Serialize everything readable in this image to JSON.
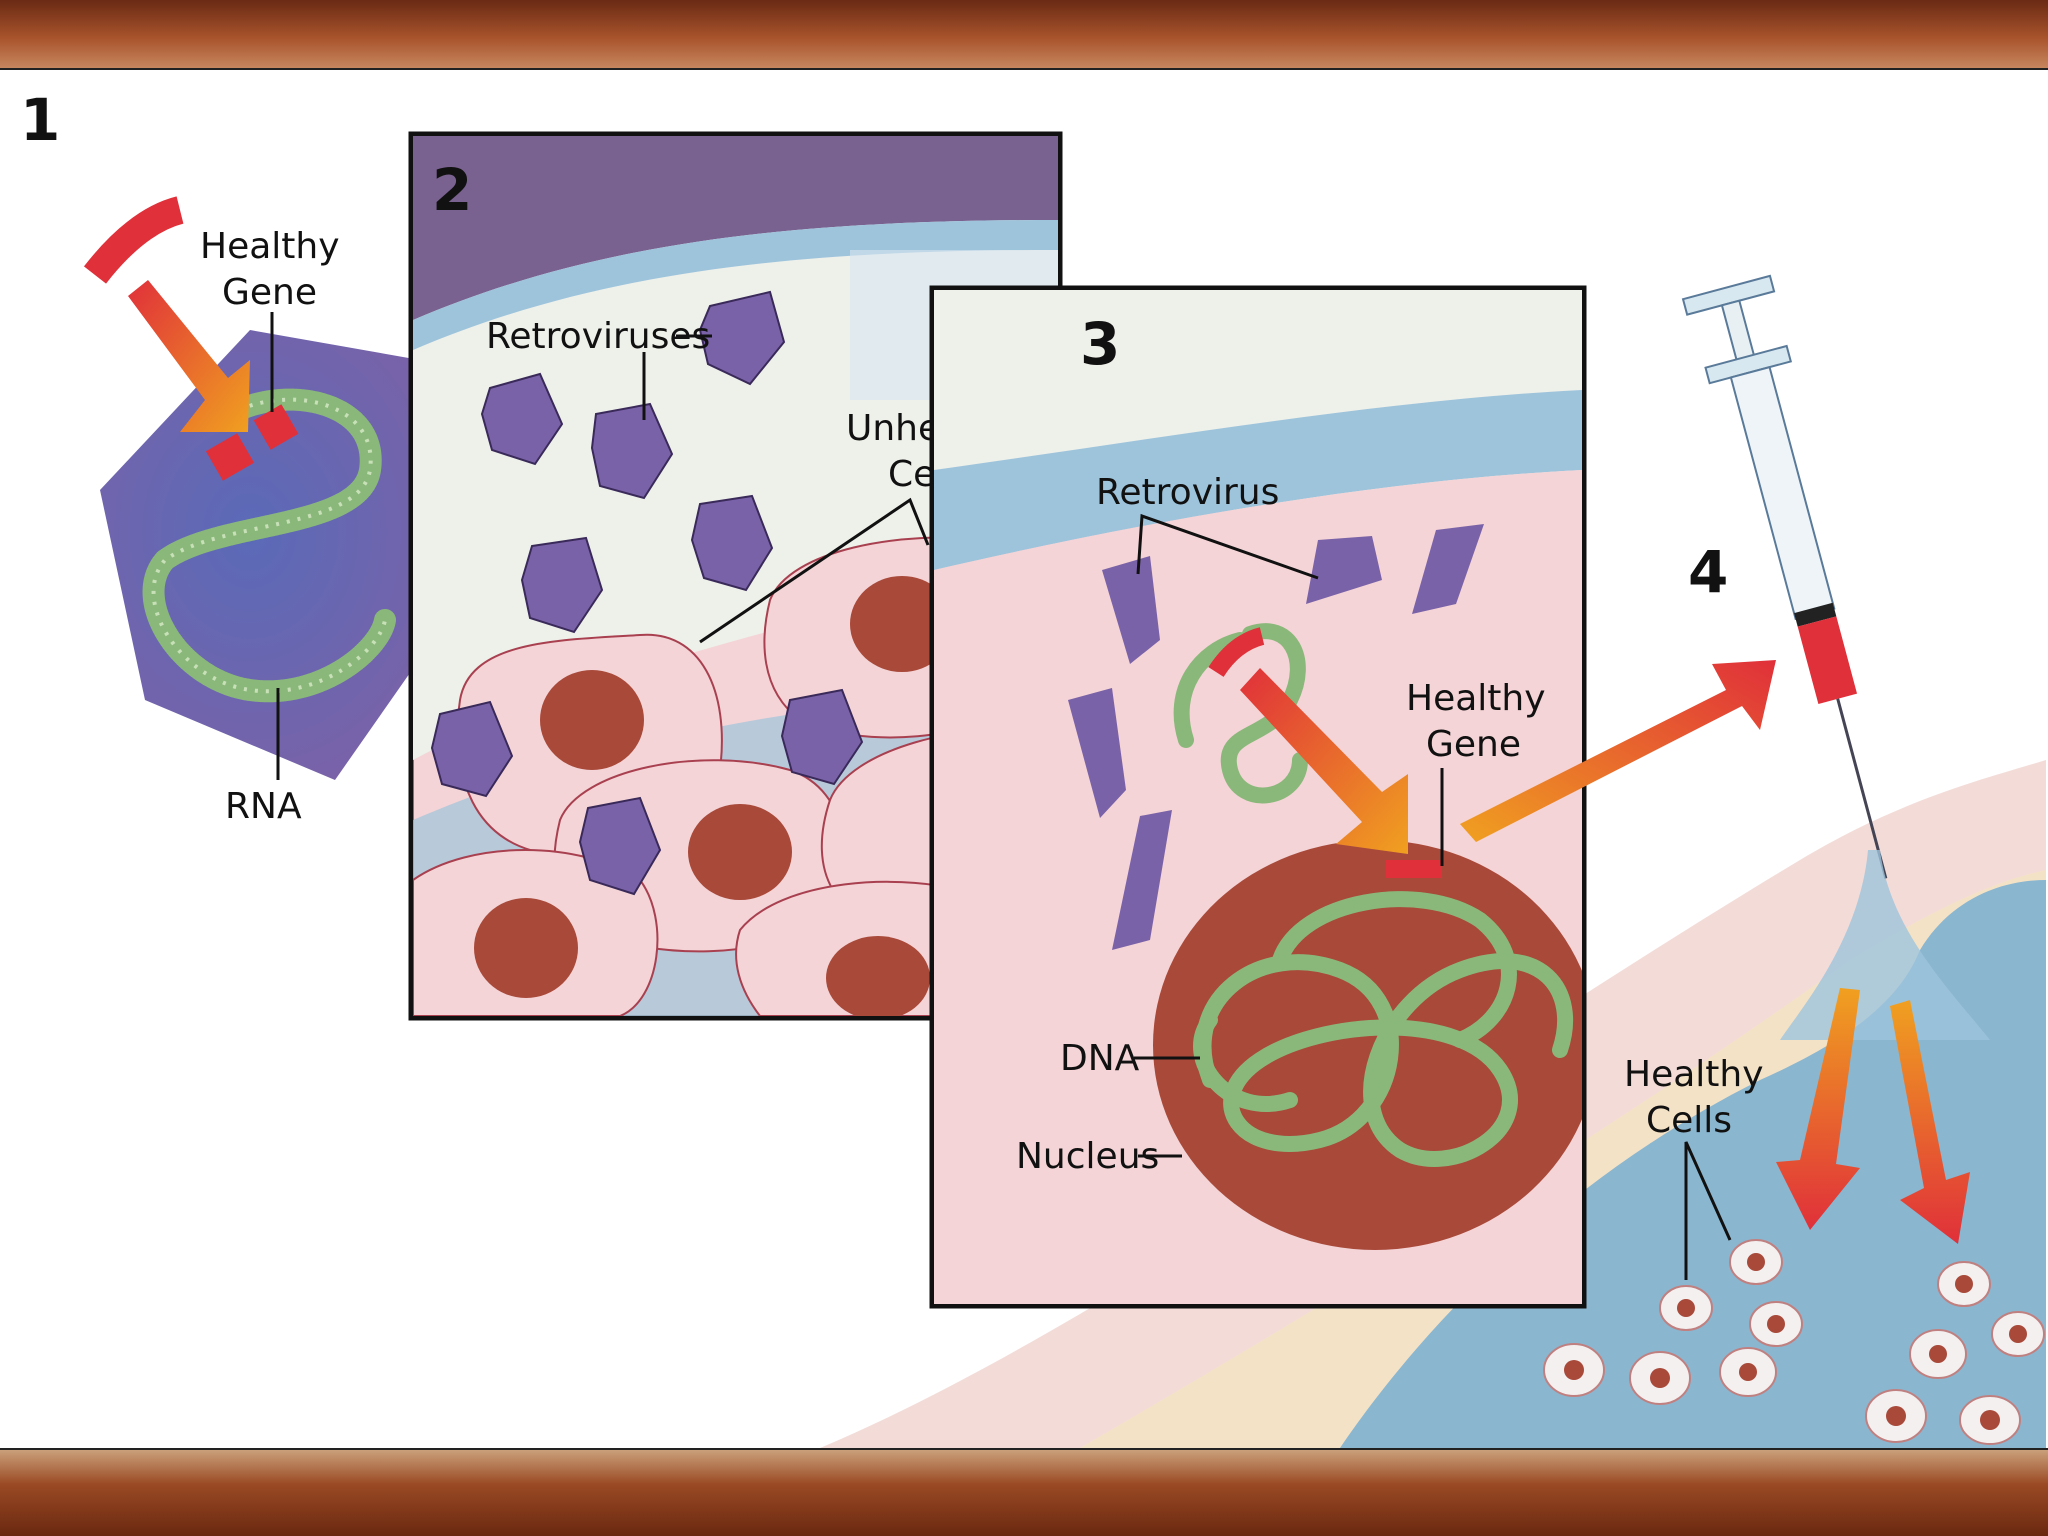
{
  "steps": {
    "s1": "1",
    "s2": "2",
    "s3": "3",
    "s4": "4"
  },
  "labels": {
    "step1_gene_line1": "Healthy",
    "step1_gene_line2": "Gene",
    "step1_rna": "RNA",
    "step2_retroviruses": "Retroviruses",
    "step2_unhealthy_line1": "Unhealthy",
    "step2_unhealthy_line2": "Cells",
    "step3_retrovirus": "Retrovirus",
    "step3_gene_line1": "Healthy",
    "step3_gene_line2": "Gene",
    "step3_dna": "DNA",
    "step3_nucleus": "Nucleus",
    "step4_cells_line1": "Healthy",
    "step4_cells_line2": "Cells"
  },
  "colors": {
    "virus": "#7a62a8",
    "gene_red": "#e0303a",
    "rna_green": "#8ab87a",
    "cell_pink": "#f4d4d6",
    "nucleus_brown": "#a8493a",
    "arrow_orange": "#f0a020",
    "fluid_blue": "#8ab6d0"
  }
}
